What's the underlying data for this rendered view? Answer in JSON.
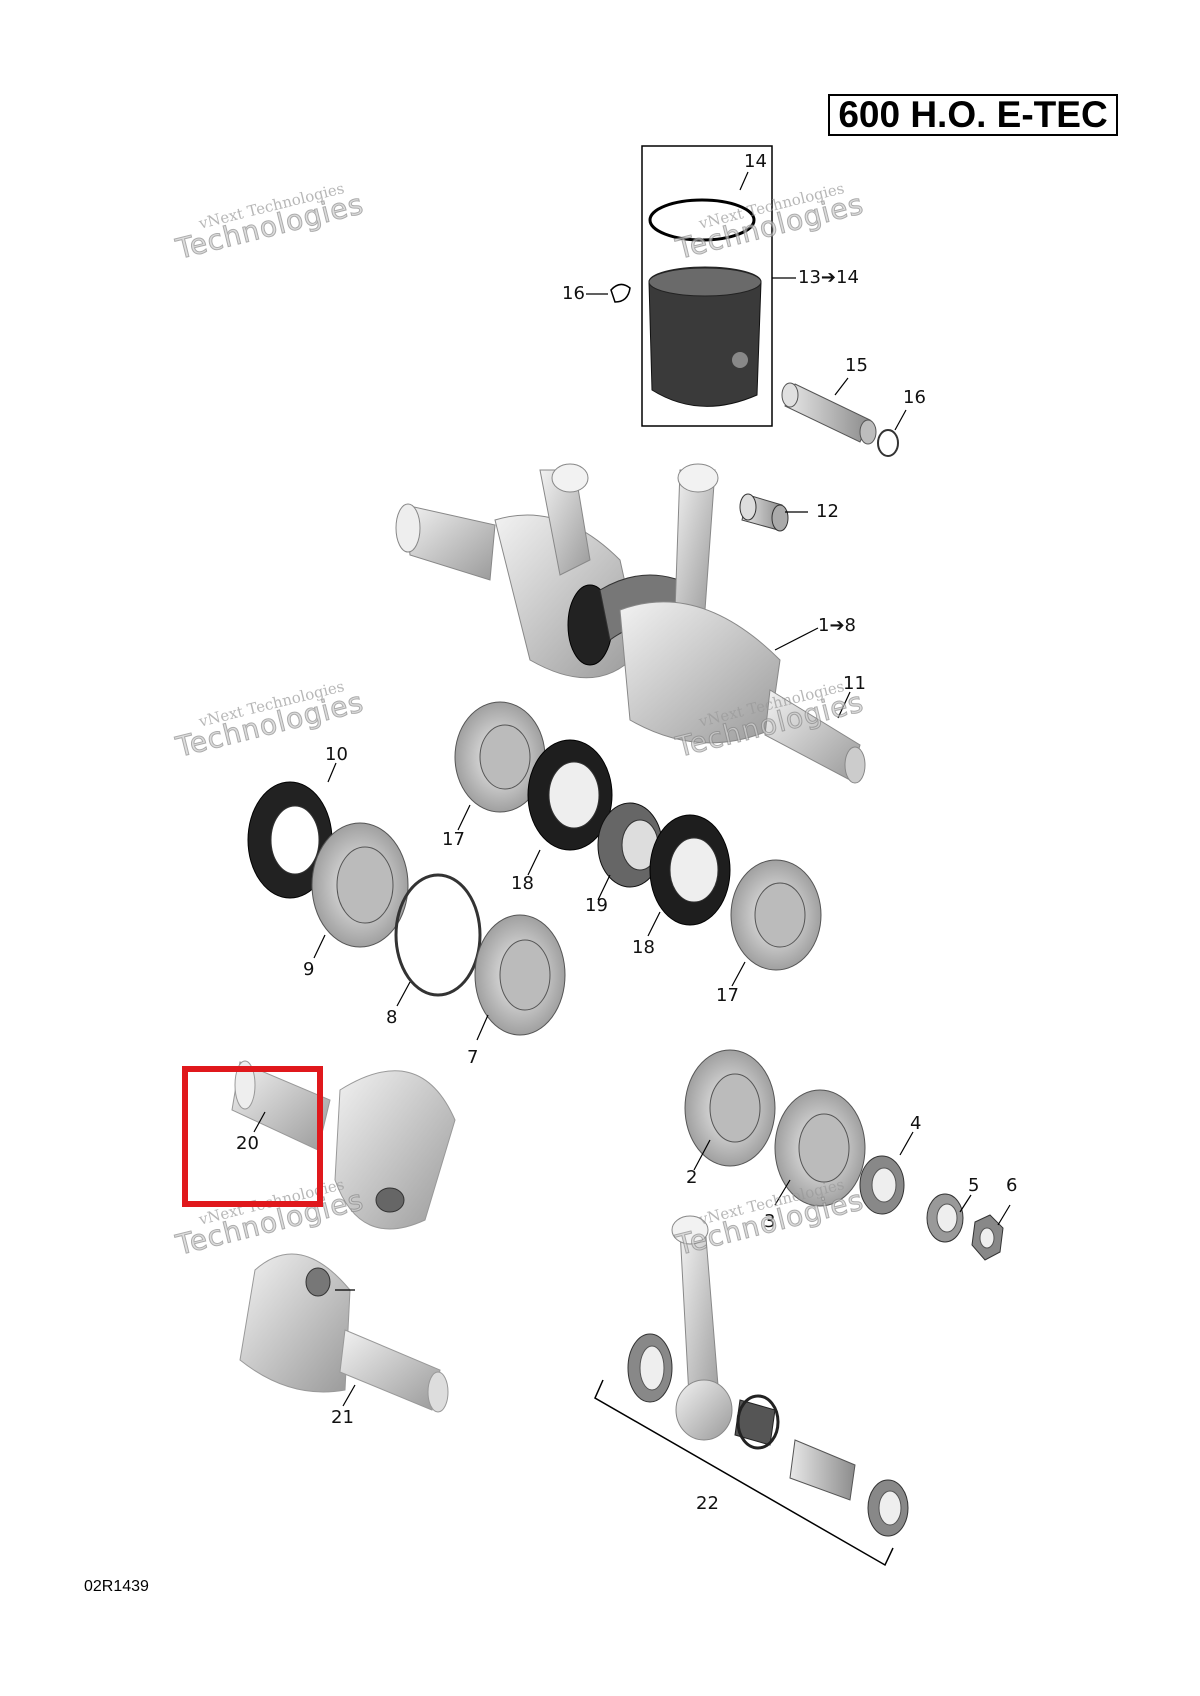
{
  "header": {
    "title": "600 H.O. E-TEC"
  },
  "footer": {
    "doc_code": "02R1439"
  },
  "watermark": {
    "line1": "vNext Technologies",
    "line2": "Technologies",
    "line2b": "vNext"
  },
  "callouts": {
    "c14": "14",
    "c13": "13➔14",
    "c16a": "16",
    "c15": "15",
    "c16b": "16",
    "c12": "12",
    "c1_8": "1➔8",
    "c11": "11",
    "c10": "10",
    "c17a": "17",
    "c18a": "18",
    "c19": "19",
    "c18b": "18",
    "c17b": "17",
    "c9": "9",
    "c8": "8",
    "c7": "7",
    "c20": "20",
    "c2": "2",
    "c3": "3",
    "c4": "4",
    "c5": "5",
    "c6": "6",
    "c21": "21",
    "c22": "22"
  },
  "highlight": {
    "color": "#e0181c",
    "target": "20"
  }
}
